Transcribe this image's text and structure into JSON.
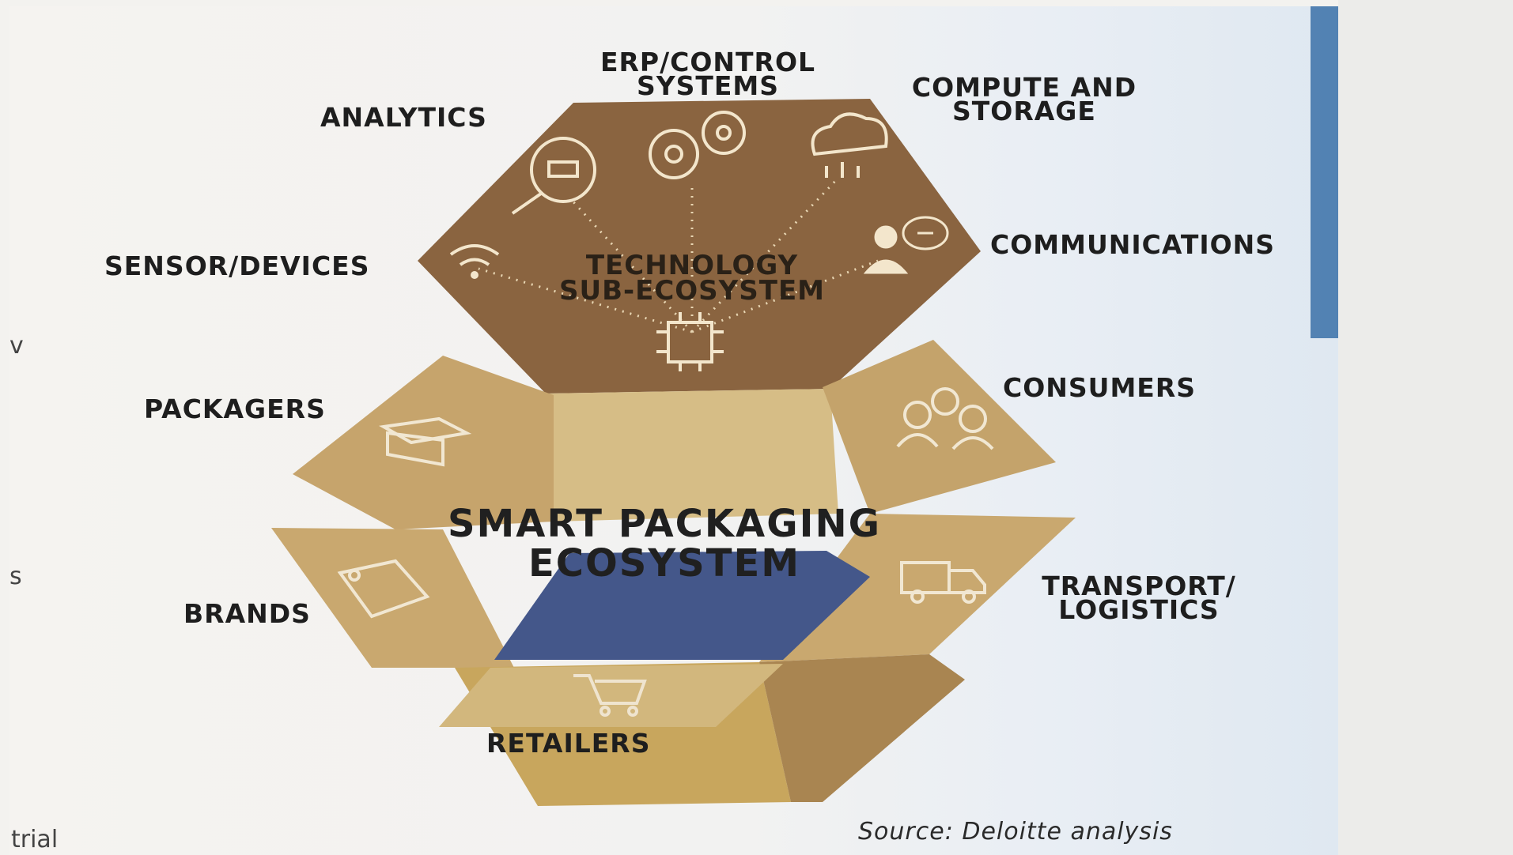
{
  "diagram": {
    "center_title_line1": "SMART PACKAGING",
    "center_title_line2": "ECOSYSTEM",
    "tech_title_line1": "TECHNOLOGY",
    "tech_title_line2": "SUB-ECOSYSTEM",
    "labels": {
      "erp_line1": "ERP/CONTROL",
      "erp_line2": "SYSTEMS",
      "analytics": "ANALYTICS",
      "compute_line1": "COMPUTE AND",
      "compute_line2": "STORAGE",
      "sensors": "SENSOR/DEVICES",
      "communications": "COMMUNICATIONS",
      "packagers": "PACKAGERS",
      "consumers": "CONSUMERS",
      "brands": "BRANDS",
      "transport_line1": "TRANSPORT/",
      "transport_line2": "LOGISTICS",
      "retailers": "RETAILERS"
    },
    "source": "Source: Deloitte analysis",
    "edge_fragments": [
      "v",
      "s",
      "trial"
    ],
    "icons": [
      "magnifier-chart-icon",
      "gears-icon",
      "cloud-data-icon",
      "wifi-icon",
      "chip-icon",
      "people-chat-icon",
      "package-box-icon",
      "consumers-icon",
      "brand-tag-icon",
      "truck-icon",
      "shopping-cart-icon"
    ],
    "colors": {
      "tech_hexagon": "#8a6440",
      "box_panel": "#c6a46c",
      "box_dark": "#a98551",
      "box_inner": "#d6bd86",
      "opening": "#44578a",
      "label_text": "#1e1e1e"
    }
  }
}
